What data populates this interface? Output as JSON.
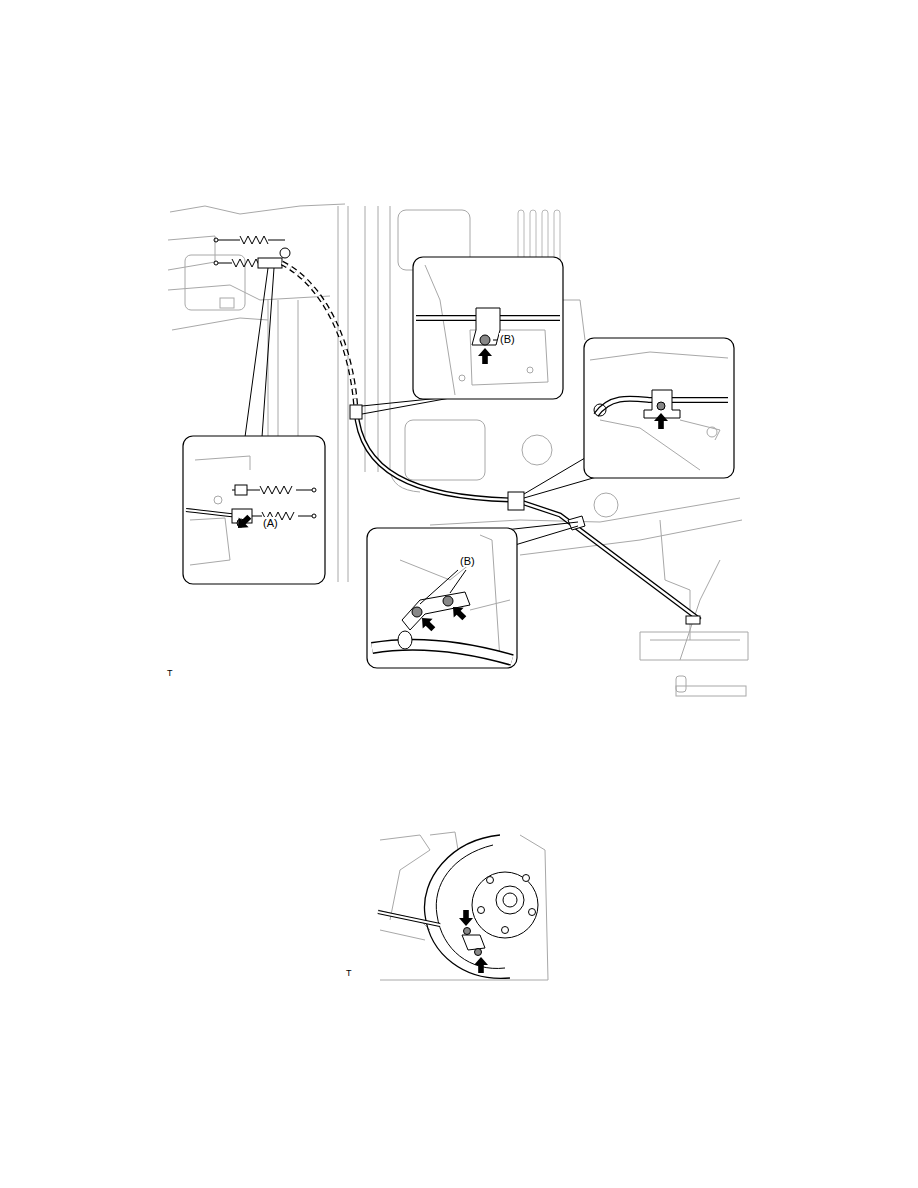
{
  "diagram": {
    "labels": [
      "(B)",
      "(A)",
      "(B)",
      "T",
      "T"
    ]
  }
}
